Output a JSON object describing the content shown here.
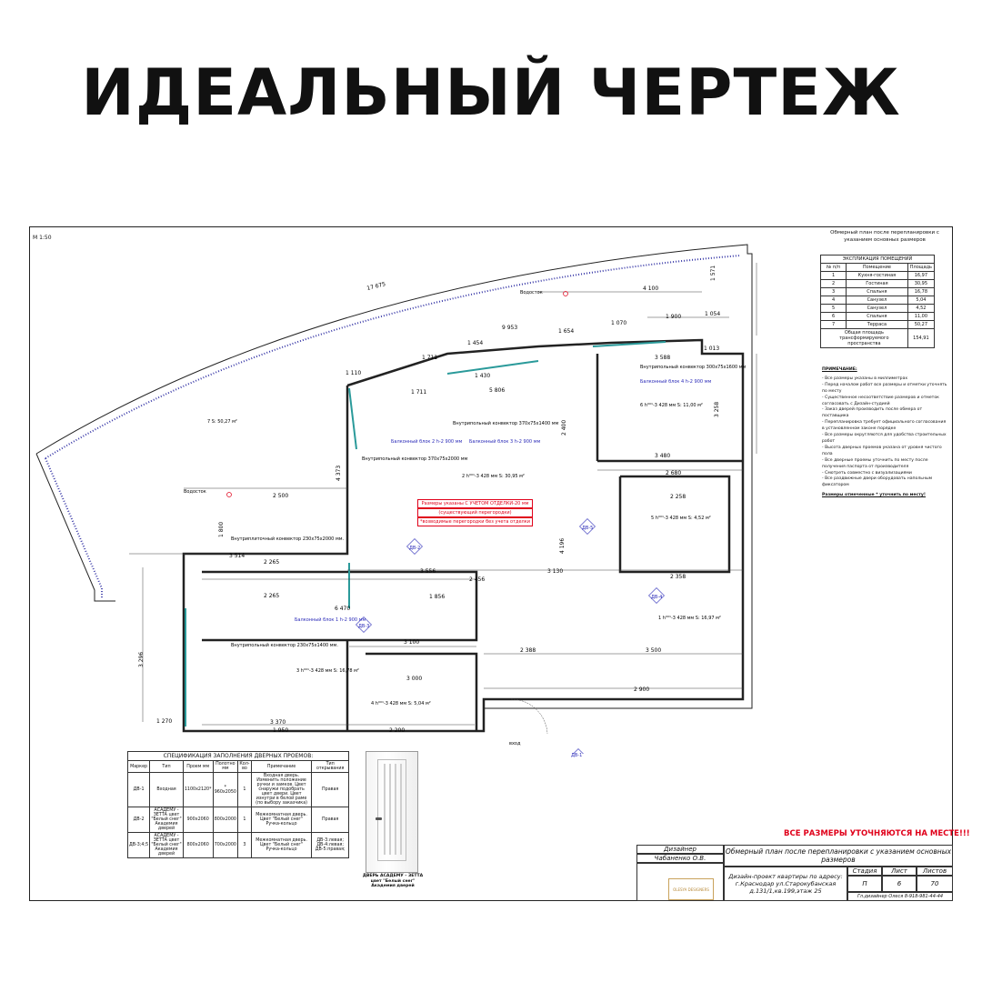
{
  "hero_title": "ИДЕАЛЬНЫЙ ЧЕРТЕЖ",
  "scale": "М 1:50",
  "sheet_title": "Обмерный план после перепланировки с указанием основных размеров",
  "explication": {
    "title": "ЭКСПЛИКАЦИЯ ПОМЕЩЕНИЙ",
    "col_num": "№ п/п",
    "col_name": "Помещение",
    "col_area": "Площадь",
    "rows": [
      {
        "n": "1",
        "name": "Кухня-гостиная",
        "area": "16,97"
      },
      {
        "n": "2",
        "name": "Гостиная",
        "area": "30,95"
      },
      {
        "n": "3",
        "name": "Спальня",
        "area": "16,78"
      },
      {
        "n": "4",
        "name": "Санузел",
        "area": "5,04"
      },
      {
        "n": "5",
        "name": "Санузел",
        "area": "4,52"
      },
      {
        "n": "6",
        "name": "Спальня",
        "area": "11,00"
      },
      {
        "n": "7",
        "name": "Терраса",
        "area": "50,27"
      }
    ],
    "total_label": "Общая площадь трансформируемого пространства",
    "total_value": "154,91"
  },
  "notes": {
    "title": "ПРИМЕЧАНИЕ:",
    "items": [
      "- Все размеры указаны в миллиметрах",
      "- Перед началом работ все размеры и отметки уточнять по месту",
      "- Существенное несоответствие размеров и отметок согласовать с Дизайн-студией",
      "- Заказ дверей производить после обмера от поставщика",
      "- Перепланировка требует официального согласования в установленном законе порядке",
      "- Все размеры округляются для удобства строительных работ",
      "- Высота дверных проемов указана от уровня чистого пола",
      "- Все дверные проемы уточнить по месту после получения паспорта от производителя",
      "- Смотреть совместно с визуализациями",
      "- Все раздвижные двери оборудовать напольным фиксатором"
    ],
    "tail": "Размеры отмеченные * уточнить по месту!"
  },
  "plan_labels": {
    "waterpipe": "Водосток",
    "conditioner1": "Внутриплиточный конвектор 230х75х2000 мм.",
    "conditioner2": "Внутрипольный конвектор 370х75х1400 мм",
    "conditioner3": "Внутрипольный конвектор 370х75х2000 мм",
    "conditioner4": "Внутрипольный конвектор 300х75х1600 мм",
    "conditioner5": "Внутрипольный конвектор 230х75х1400 мм.",
    "balcony1": "Балконный блок 1 h-2 900 мм",
    "balcony2": "Балконный блок 2 h-2 900 мм",
    "balcony3": "Балконный блок 3 h-2 900 мм",
    "balcony4": "Балконный блок 4 h-2 900 мм",
    "red_note1": "Размеры указаны С УЧЕТОМ ОТДЕЛКИ-20 мм",
    "red_note2": "(существующий перегородки)",
    "red_note3": "*возводимые перегородки без учета отделки",
    "entrance": "вход",
    "room7": "7 S: 50,27 м²",
    "room2": "2 h⁰⁰¹-3 428 мм S: 30,95 м²",
    "room6": "6 h⁰⁰¹-3 428 мм S: 11,00 м²",
    "room5": "5 h⁰⁰¹-3 428 мм S: 4,52 м²",
    "room1": "1 h⁰⁰¹-3 428 мм S: 16,97 м²",
    "room3": "3 h⁰⁰¹-3 428 мм S: 16,78 м²",
    "room4": "4 h⁰⁰¹-3 428 мм S: 5,04 м²",
    "dims": {
      "d17675": "17 675",
      "d4100": "4 100",
      "d1571": "1 571",
      "d9953": "9 953",
      "d1654": "1 654",
      "d1070": "1 070",
      "d1900": "1 900",
      "d1054": "1 054",
      "d1454": "1 454",
      "d1711": "1 711",
      "d1110": "1 110",
      "d1430": "1 430",
      "d5806": "5 806",
      "d3588": "3 588",
      "d1013": "1 013",
      "d3258": "3 258",
      "d3480": "3 480",
      "d2680": "2 680",
      "d2500": "2 500",
      "d3514": "3 514",
      "d2265": "2 265",
      "d3556": "3 556",
      "d2456": "2 456",
      "d3130": "3 130",
      "d6470": "6 470",
      "d1856": "1 856",
      "d3100": "3 100",
      "d2388": "2 388",
      "d3500": "3 500",
      "d3000": "3 000",
      "d2900": "2 900",
      "d3370": "3 370",
      "d1950": "1 950",
      "d2200": "2 200",
      "d1270": "1 270",
      "d2258": "2 258",
      "d2358": "2 358",
      "d4196": "4 196",
      "d4373": "4 373",
      "d3296": "3 296",
      "d2400": "2 400",
      "d1800": "1 800"
    },
    "doors": {
      "db1": "ДВ-1",
      "db2": "ДВ-2",
      "db3": "ДВ-3",
      "db4": "ДВ-4",
      "db5": "ДВ-5"
    }
  },
  "spec": {
    "title": "СПЕЦИФИКАЦИЯ ЗАПОЛНЕНИЯ ДВЕРНЫХ ПРОЕМОВ:",
    "headers": [
      "Маркер",
      "Тип",
      "Проем мм",
      "Полотно мм",
      "Кол-во",
      "Примечание",
      "Тип открывания"
    ],
    "rows": [
      [
        "ДВ-1",
        "Входная",
        "1100х2120*",
        "* 960х2050",
        "1",
        "Входная дверь. Изменить положение ручки и замков. Цвет снаружи подобрать цвет двери. Цвет изнутри в белой раме (по выбору заказчика)",
        "Правая"
      ],
      [
        "ДВ-2",
        "АСАДЕМУ - ЗЕТТА цвет \"Белый снег\" Академия дверей",
        "900х2060",
        "800х2000",
        "1",
        "Межкомнатная дверь. Цвет \"Белый снег\" Ручка-кольцо",
        "Правая"
      ],
      [
        "ДВ-3;4;5",
        "АСАДЕМУ - ЗЕТТА цвет \"Белый снег\" Академия дверей",
        "800х2060",
        "700х2000",
        "3",
        "Межкомнатная дверь. Цвет \"Белый снег\" Ручка-кольцо",
        "ДВ-3:левая; ДВ-4:левая; ДВ-5:правая;"
      ]
    ]
  },
  "door_caption": "ДВЕРЬ АСАДЕМУ - ЗЕТТА цвет \"Белый снег\" Академия дверей",
  "warning": "ВСЕ РАЗМЕРЫ УТОЧНЯЮТСЯ НА МЕСТЕ!!!",
  "stamp": {
    "designer_label": "Дизайнер",
    "designer_name": "Чабаненко О.В.",
    "title": "Обмерный план после перепланировки с указанием основных размеров",
    "project": "Дизайн-проект квартиры по адресу: г.Краснодар ул.Старокубанская д.131/1,кв.199,этаж 25",
    "stage_label": "Стадия",
    "sheet_label": "Лист",
    "sheets_label": "Листов",
    "stage": "П",
    "sheet": "6",
    "sheets": "70",
    "contact": "Гл.дизайнер Олеся 8-918-981-44-44",
    "logo": "OLESYA DESIGNERS"
  }
}
